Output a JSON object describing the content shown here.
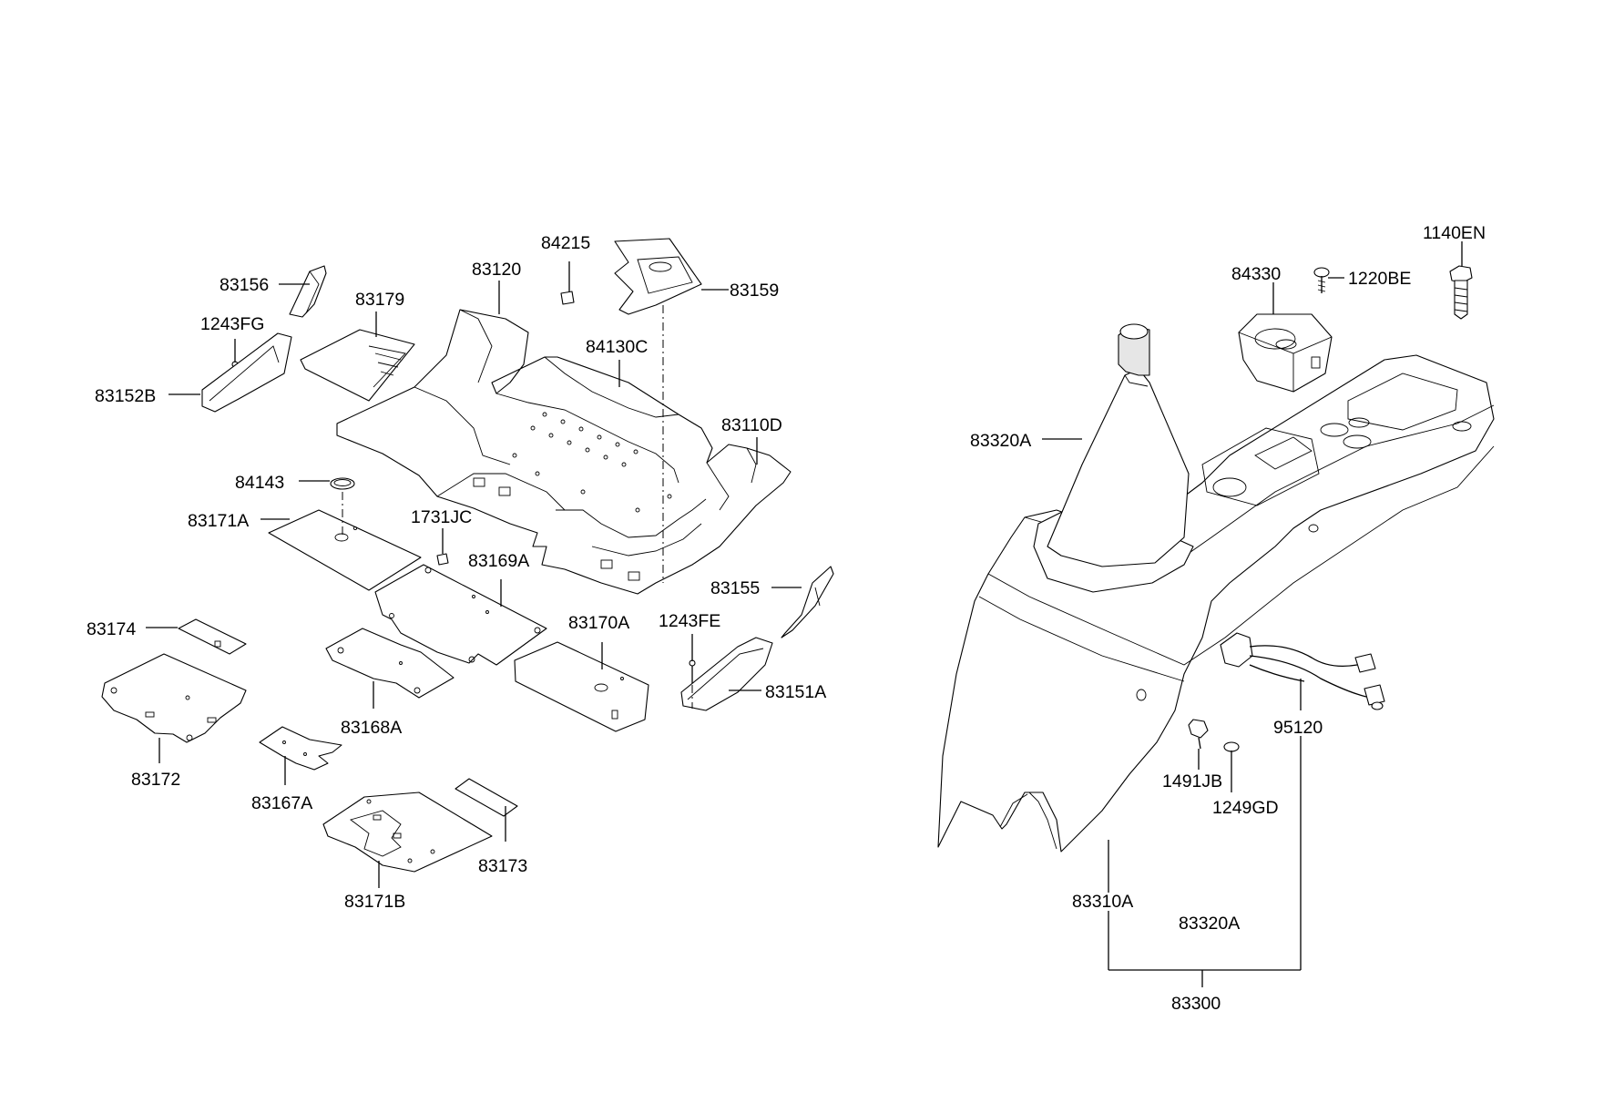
{
  "diagram": {
    "labels": {
      "p83156": "83156",
      "p1243FG": "1243FG",
      "p83179": "83179",
      "p83152B": "83152B",
      "p83120": "83120",
      "p84215": "84215",
      "p83159": "83159",
      "p84130C": "84130C",
      "p83110D": "83110D",
      "p84143": "84143",
      "p83171A": "83171A",
      "p1731JC": "1731JC",
      "p83169A": "83169A",
      "p83155": "83155",
      "p83174": "83174",
      "p1243FE": "1243FE",
      "p83170A": "83170A",
      "p83151A": "83151A",
      "p83168A": "83168A",
      "p83172": "83172",
      "p83167A": "83167A",
      "p83173": "83173",
      "p83171B": "83171B",
      "p84330": "84330",
      "p1220BE": "1220BE",
      "p1140EN": "1140EN",
      "p83320A_top": "83320A",
      "p95120": "95120",
      "p1491JB": "1491JB",
      "p1249GD": "1249GD",
      "p83310A": "83310A",
      "p83320A_bottom": "83320A",
      "p83300": "83300"
    }
  }
}
